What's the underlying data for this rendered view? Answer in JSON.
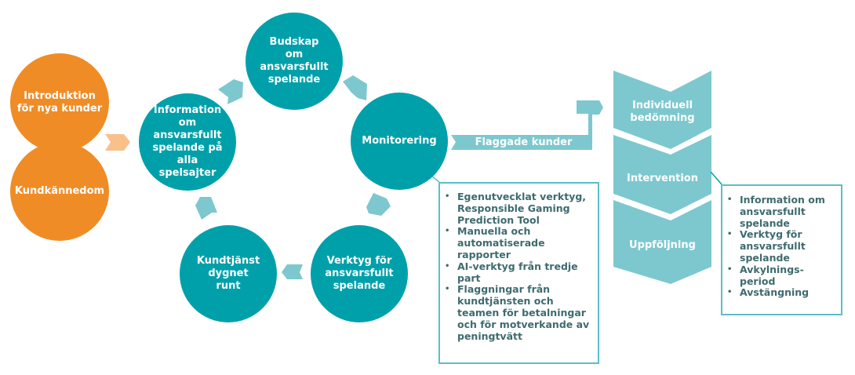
{
  "colors": {
    "orange": "#f08c26",
    "orange_light": "#f9c08a",
    "teal_dark": "#00a0aa",
    "teal_light": "#7dc8cf",
    "box_border": "#5bbfc7",
    "box_text": "#3e6b6e"
  },
  "onboarding": {
    "introduction": "Introduktion för nya kunder",
    "kyc": "Kundkännedom"
  },
  "cycle": {
    "info_sites": "Information om ansvarsfullt spelande på alla spelsajter",
    "messages": "Budskap om ansvarsfullt spelande",
    "monitoring": "Monitorering",
    "tools": "Verktyg för ansvarsfullt spelande",
    "support": "Kundtjänst dygnet runt"
  },
  "flagged_arrow": {
    "label": "Flaggade kunder"
  },
  "monitoring_sources": {
    "items": [
      "Egenutvecklat verktyg, Responsible Gaming Prediction Tool",
      "Manuella och automatiserade rapporter",
      "AI-verktyg från tredje part",
      "Flaggningar från kundtjänsten och teamen för betalningar och för motverkande av peningtvätt"
    ]
  },
  "process_steps": {
    "assessment": "Individuell bedömning",
    "intervention": "Intervention",
    "followup": "Uppföljning"
  },
  "intervention_measures": {
    "items": [
      "Information om ansvarsfullt spelande",
      "Verktyg för ansvarsfullt spelande",
      "Avkylnings-period",
      "Avstängning"
    ]
  }
}
